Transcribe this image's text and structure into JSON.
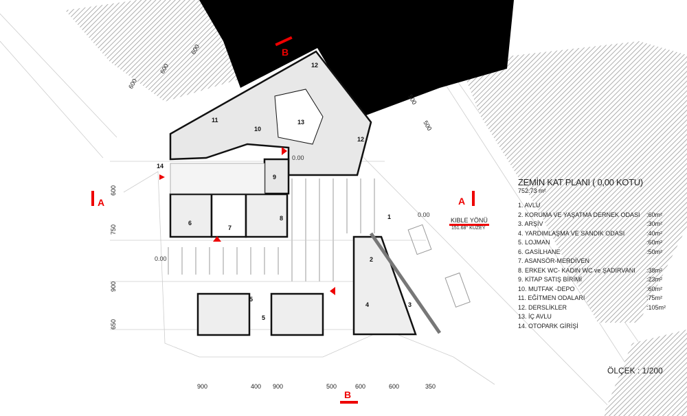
{
  "plan": {
    "title": "ZEMİN KAT PLANI ( 0,00 KOTU)",
    "area": "752.73 m²",
    "scale": "ÖLÇEK : 1/200",
    "qibla": {
      "label": "KIBLE YÖNÜ",
      "bearing": "151.68° KUZEY"
    },
    "legend": [
      {
        "name": "1. AVLU",
        "area": ""
      },
      {
        "name": "2. KORUMA VE YAŞATMA DERNEK ODASI",
        "area": ":60m²"
      },
      {
        "name": "3. ARŞİV",
        "area": ":30m²"
      },
      {
        "name": "4. YARDIMLAŞMA VE SANDIK ODASI",
        "area": ":40m²"
      },
      {
        "name": "5. LOJMAN",
        "area": ":60m²"
      },
      {
        "name": "6. GASİLHANE",
        "area": ":50m²"
      },
      {
        "name": "7. ASANSÖR-MERDİVEN",
        "area": ""
      },
      {
        "name": "8. ERKEK WC- KADIN WC ve ŞADIRVANI",
        "area": ":38m²"
      },
      {
        "name": "9. KİTAP SATIŞ BİRİMİ",
        "area": ":23m²"
      },
      {
        "name": "10. MUTFAK -DEPO",
        "area": ":60m²"
      },
      {
        "name": "11. EĞİTMEN ODALARI",
        "area": ":75m²"
      },
      {
        "name": "12. DERSLİKLER",
        "area": ":105m²"
      },
      {
        "name": "13. İÇ AVLU",
        "area": ""
      },
      {
        "name": "14. OTOPARK GİRİŞİ",
        "area": ""
      }
    ],
    "room_labels": [
      "11",
      "10",
      "13",
      "12",
      "12",
      "14",
      "9",
      "6",
      "7",
      "8",
      "1",
      "2",
      "3",
      "4",
      "5",
      "5"
    ],
    "levels": [
      "0.00",
      "0.00",
      "0.00"
    ],
    "dims_left": [
      "600",
      "750",
      "900",
      "650"
    ],
    "dims_bottom": [
      "900",
      "400",
      "900",
      "500",
      "600",
      "600",
      "350"
    ],
    "dims_top": [
      "600",
      "600",
      "600",
      "500",
      "500"
    ],
    "section_marks": [
      "A",
      "A",
      "B",
      "B"
    ],
    "accent": "#e00000"
  }
}
